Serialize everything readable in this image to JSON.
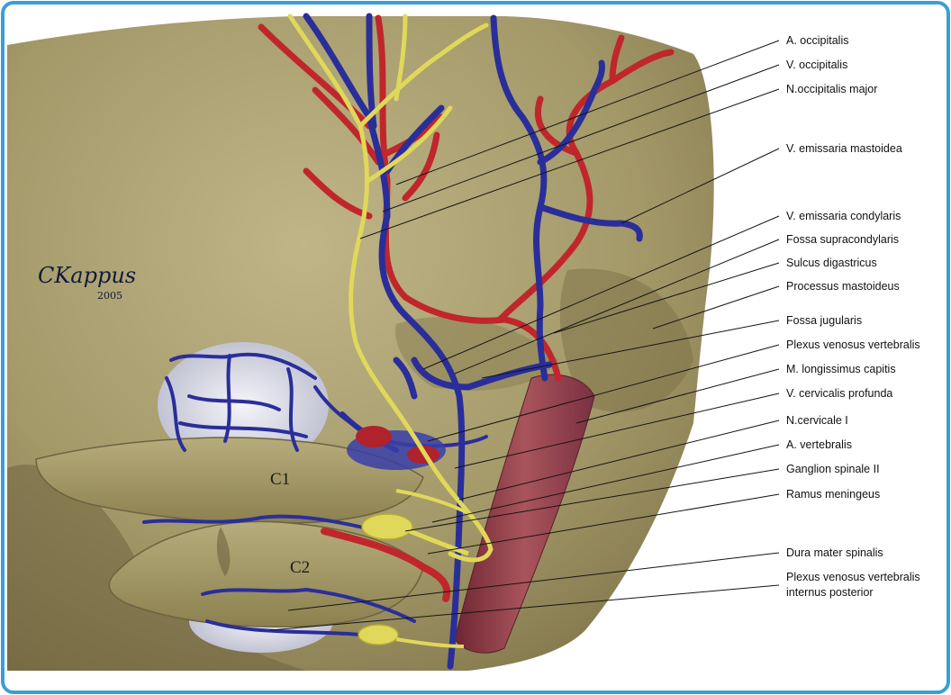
{
  "figure": {
    "signature": "CKappus",
    "signature_year": "2005",
    "vertebra_labels": [
      "C1",
      "C2"
    ],
    "colors": {
      "frame": "#3a9fd4",
      "bone": "#a59a6c",
      "artery": "#c0262c",
      "vein": "#2a2e9a",
      "nerve": "#e0d85a",
      "muscle": "#8c3a46"
    }
  },
  "labels": [
    "A. occipitalis",
    "V. occipitalis",
    "N.occipitalis major",
    "V. emissaria mastoidea",
    "V. emissaria condylaris",
    "Fossa supracondylaris",
    "Sulcus digastricus",
    "Processus mastoideus",
    "Fossa jugularis",
    "Plexus venosus vertebralis",
    "M. longissimus capitis",
    "V. cervicalis profunda",
    "N.cervicale I",
    "A. vertebralis",
    "Ganglion spinale II",
    "Ramus meningeus",
    "Dura mater spinalis",
    "Plexus venosus vertebralis",
    "internus posterior"
  ]
}
